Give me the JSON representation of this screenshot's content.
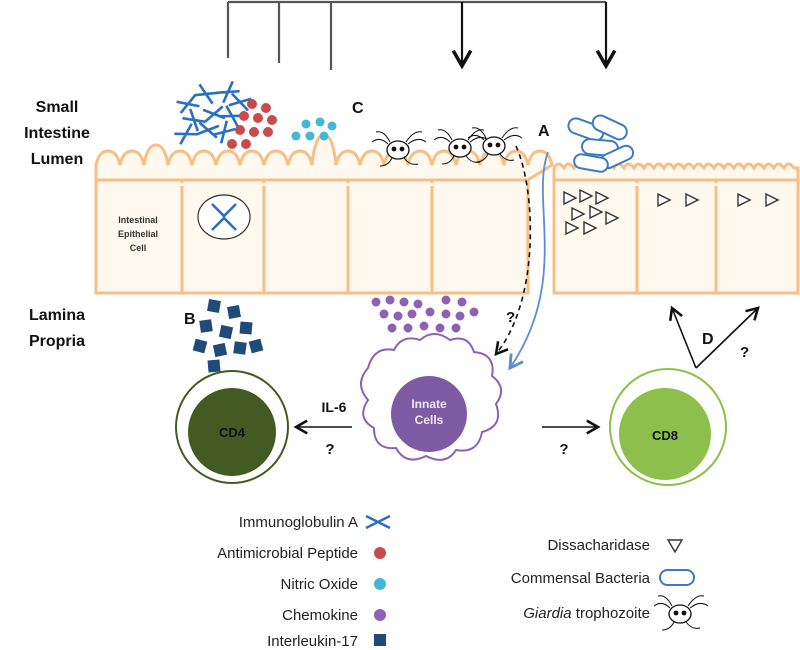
{
  "regions": {
    "lumen": [
      "Small",
      "Intestine",
      "Lumen"
    ],
    "lamina": [
      "Lamina",
      "Propria"
    ]
  },
  "letters": {
    "a": "A",
    "b": "B",
    "c": "C",
    "d": "D"
  },
  "question": "?",
  "cells": {
    "epithelial": [
      "Intestinal",
      "Epithelial",
      "Cell"
    ],
    "innate": [
      "Innate",
      "Cells"
    ],
    "cd4": "CD4",
    "cd8": "CD8"
  },
  "il6": "IL-6",
  "legend": {
    "immunoglobulin": "Immunoglobulin A",
    "amp": "Antimicrobial Peptide",
    "no": "Nitric Oxide",
    "chemokine": "Chemokine",
    "il17": "Interleukin-17",
    "dissacharidase": "Dissacharidase",
    "commensal": "Commensal Bacteria",
    "giardia_italic": "Giardia",
    "giardia_rest": " trophozoite"
  },
  "colors": {
    "epithelium_stroke": "#f6bf86",
    "epithelium_fill": "#fff8ee",
    "iga": "#2c6fbe",
    "amp": "#c94a4a",
    "nitric_oxide": "#43b7d4",
    "chemokine": "#8d62b3",
    "il17": "#1f4a7a",
    "cd4_fill": "#435b23",
    "cd8_fill": "#8cbf4b",
    "innate_fill": "#7e5aa3",
    "commensal": "#3c7ac4",
    "arrow_blue": "#5b8fd1"
  }
}
